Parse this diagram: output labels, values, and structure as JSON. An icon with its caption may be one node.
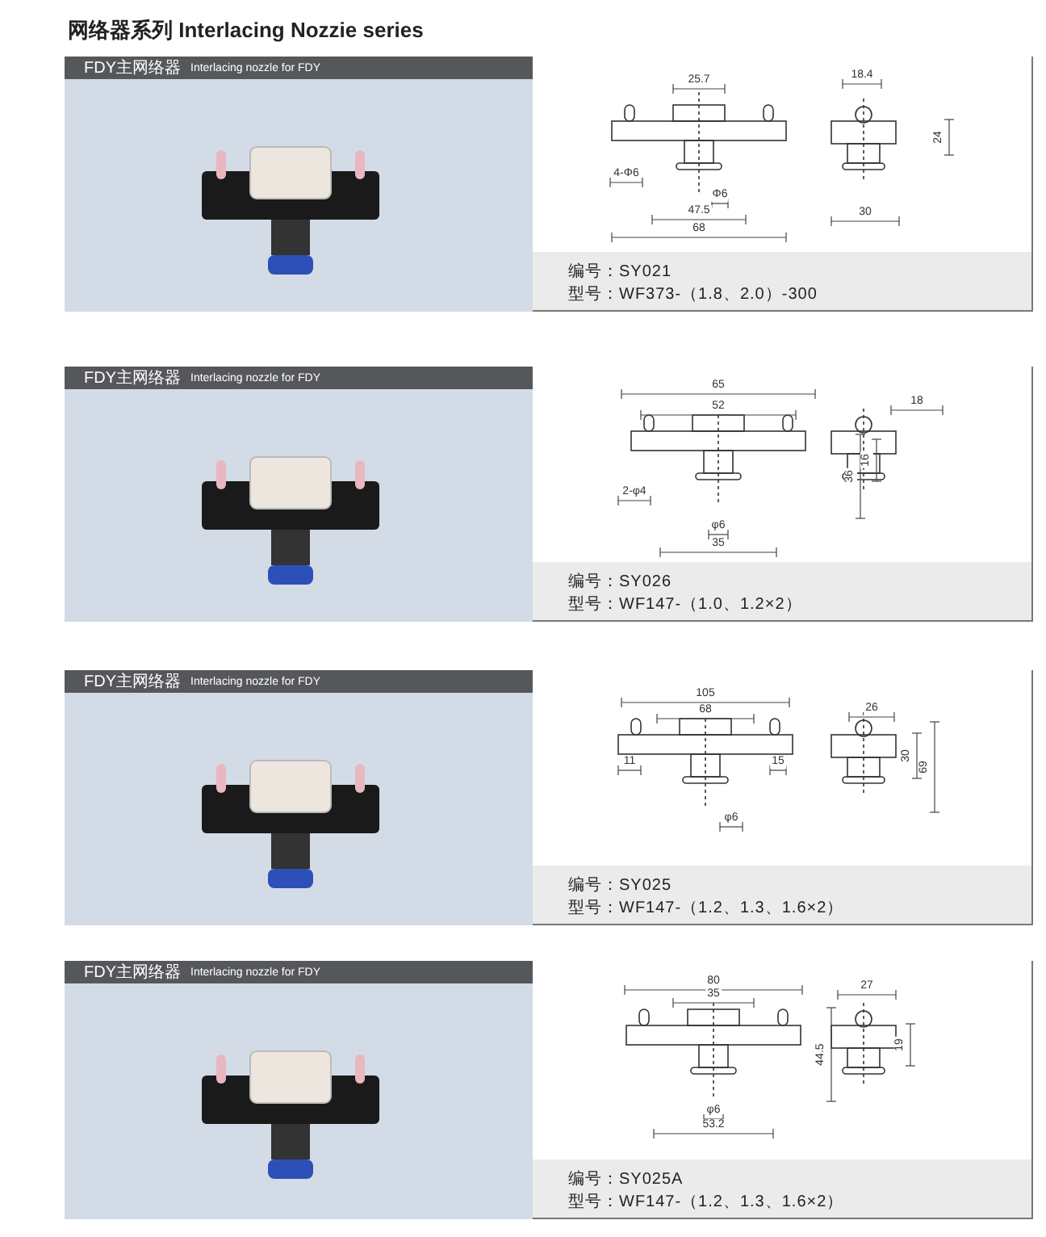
{
  "diagram": {
    "title": "网络器系列 Interlacing Nozzie series",
    "nodes": [
      {
        "text": [
          "FDY主网络器",
          "Interlacing nozzle for FDY",
          "编号：SY021",
          "型号：WF373-（1.8、2.0）-300"
        ]
      },
      {
        "text": [
          "FDY主网络器",
          "Interlacing nozzle for FDY",
          "编号：SY026",
          "型号：WF147-（1.0、1.2×2）"
        ]
      },
      {
        "text": [
          "FDY主网络器",
          "Interlacing nozzle for FDY",
          "编号：SY025",
          "型号：WF147-（1.2、1.3、1.6×2）"
        ]
      },
      {
        "text": [
          "FDY主网络器",
          "Interlacing nozzle for FDY",
          "编号：SY025A",
          "型号：WF147-（1.2、1.3、1.6×2）"
        ]
      }
    ],
    "labels": [
      "25.7",
      "18.4",
      "24",
      "4-Φ6",
      "Φ6",
      "47.5",
      "68",
      "30",
      "65",
      "18",
      "52",
      "16",
      "36",
      "2-φ4",
      "φ6",
      "35",
      "105",
      "26",
      "68",
      "30",
      "69",
      "11",
      "15",
      "φ6",
      "80",
      "27",
      "35",
      "44.5",
      "19",
      "φ6",
      "53.2"
    ]
  }
}
